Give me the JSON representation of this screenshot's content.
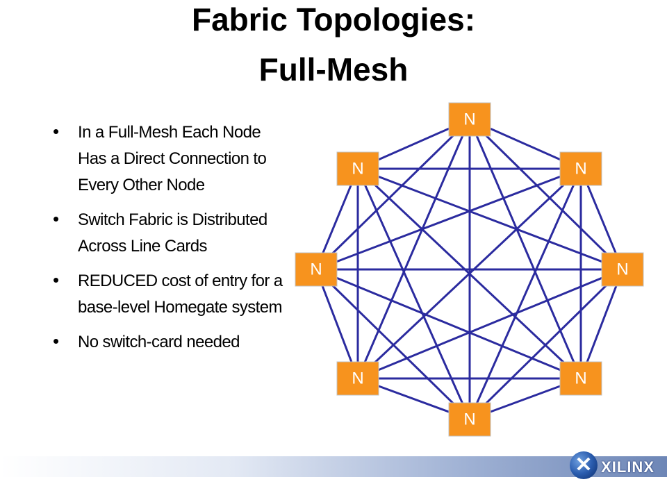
{
  "title": {
    "line1": "Fabric Topologies:",
    "line2": "Full-Mesh"
  },
  "bullets": [
    "In a Full-Mesh Each Node Has a Direct Connection to Every Other Node",
    "Switch Fabric is Distributed Across Line Cards",
    "REDUCED cost of entry for a base-level Homegate system",
    "No switch-card needed"
  ],
  "diagram": {
    "node_label": "N",
    "node_color": "#f7931e",
    "edge_color": "#2b2b9f",
    "node_count": 8
  },
  "footer": {
    "logo_text": "XILINX"
  }
}
